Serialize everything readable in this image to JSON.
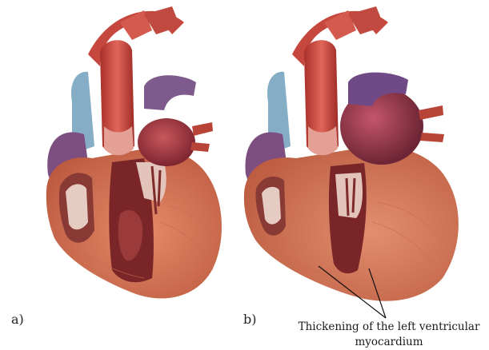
{
  "panels": {
    "a": {
      "label": "a)"
    },
    "b": {
      "label": "b)"
    }
  },
  "annotation": {
    "line1": "Thickening of the left ventricular",
    "line2": "myocardium"
  },
  "colors": {
    "muscle": "#d8795a",
    "muscle_dark": "#b24f36",
    "aorta": "#c8453a",
    "aorta_dark": "#9e2b26",
    "vein": "#8a5c8c",
    "cavity": "#8e2d2d",
    "valve": "#e8c9c0",
    "blue_vessel": "#7fa9c4"
  }
}
